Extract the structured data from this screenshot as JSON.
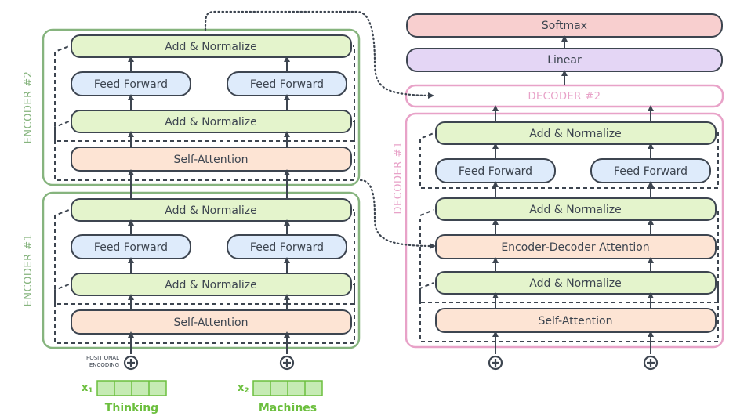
{
  "colors": {
    "encoder_border": "#86b47e",
    "decoder_border": "#e8a2c8",
    "add_norm_fill": "#e4f4cc",
    "feed_forward_fill": "#deebfb",
    "attention_fill": "#fde4d4",
    "softmax_fill": "#f8cfcf",
    "linear_fill": "#e4d6f5",
    "word_green": "#6cbf3e",
    "box_stroke": "#3d4550"
  },
  "encoder_labels": {
    "encoder1": "ENCODER #1",
    "encoder2": "ENCODER #2"
  },
  "decoder_labels": {
    "decoder1": "DECODER #1",
    "decoder2": "DECODER #2"
  },
  "layers": {
    "add_normalize": "Add & Normalize",
    "feed_forward": "Feed Forward",
    "self_attention": "Self-Attention",
    "enc_dec_attention": "Encoder-Decoder Attention",
    "linear": "Linear",
    "softmax": "Softmax"
  },
  "positional_encoding": {
    "line1": "POSITIONAL",
    "line2": "ENCODING"
  },
  "inputs": [
    {
      "word": "Thinking",
      "sub": "x",
      "index": "1"
    },
    {
      "word": "Machines",
      "sub": "x",
      "index": "2"
    }
  ]
}
